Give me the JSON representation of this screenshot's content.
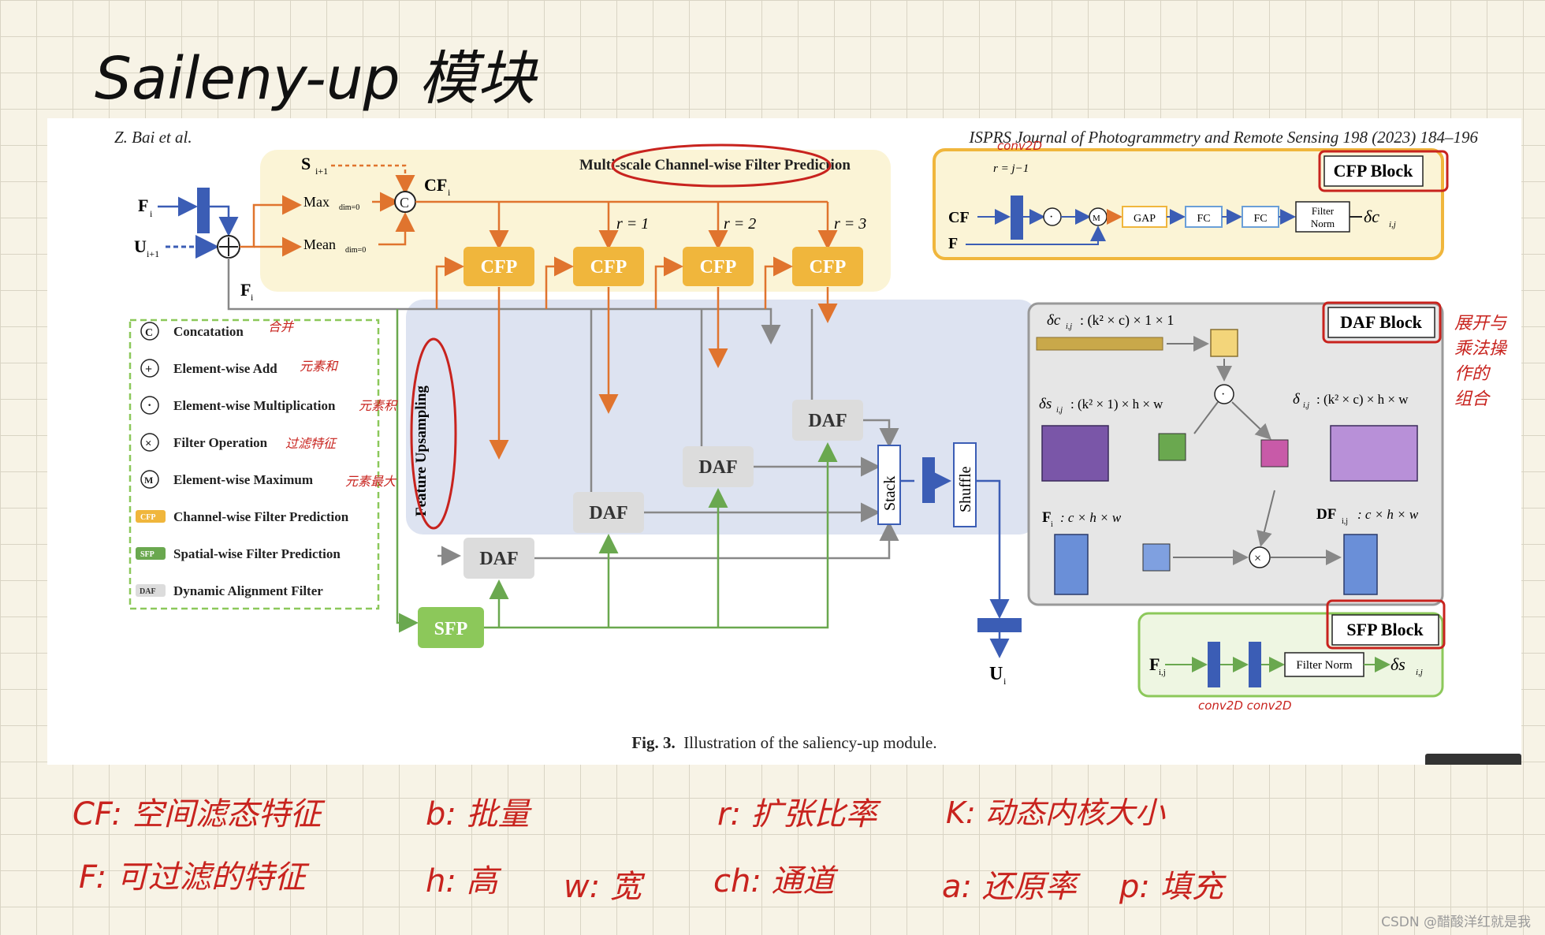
{
  "handwritten_title": "Saileny-up 模块",
  "paper": {
    "header_left": "Z. Bai et al.",
    "header_right": "ISPRS Journal of Photogrammetry and Remote Sensing 198 (2023) 184–196",
    "caption_prefix": "Fig. 3.",
    "caption_text": "Illustration of the saliency-up module."
  },
  "diagram": {
    "inputs": {
      "F_i": "F",
      "F_sub": "i",
      "U": "U",
      "U_sub": "i+1",
      "S": "S",
      "S_sub": "i+1",
      "CF": "CF",
      "CF_sub": "i",
      "F_tilde": "F",
      "F_tilde_sub": "i"
    },
    "ops": {
      "max": "Max",
      "max_sub": "dim=0",
      "mean": "Mean",
      "mean_sub": "dim=0"
    },
    "top_region_label": "Multi-scale Channel-wise Filter Prediction",
    "r_labels": [
      "r = 1",
      "r = 2",
      "r = 3"
    ],
    "cfp_label": "CFP",
    "daf_label": "DAF",
    "sfp_label": "SFP",
    "feature_upsampling": "Feature Upsampling",
    "stack": "Stack",
    "shuffle": "Shuffle",
    "output": "U",
    "output_sub": "i",
    "legend": [
      {
        "icon": "C",
        "label": "Concatation",
        "note": "合并"
      },
      {
        "icon": "+",
        "label": "Element-wise Add",
        "note": "元素和"
      },
      {
        "icon": "·",
        "label": "Element-wise Multiplication",
        "note": "元素积"
      },
      {
        "icon": "×",
        "label": "Filter Operation",
        "note": "过滤特征"
      },
      {
        "icon": "M",
        "label": "Element-wise Maximum",
        "note": "元素最大"
      },
      {
        "icon": "CFP",
        "label": "Channel-wise Filter Prediction",
        "note": ""
      },
      {
        "icon": "SFP",
        "label": "Spatial-wise Filter Prediction",
        "note": ""
      },
      {
        "icon": "DAF",
        "label": "Dynamic Alignment Filter",
        "note": ""
      }
    ],
    "cfp_block": {
      "title": "CFP Block",
      "r": "r = j−1",
      "in1": "CF",
      "in2": "F",
      "gap": "GAP",
      "fc1": "FC",
      "fc2": "FC",
      "norm1": "Filter",
      "norm2": "Norm",
      "out": "δc",
      "out_sub": "i,j",
      "note": "conv2D"
    },
    "daf_block": {
      "title": "DAF Block",
      "dc": "δc",
      "dc_dim": ": (k² × c) × 1 × 1",
      "ds": "δs",
      "ds_dim": ": (k² × 1) × h × w",
      "d": "δ",
      "d_dim": ": (k² × c) × h × w",
      "f": "F",
      "f_dim": ": c × h × w",
      "df": "DF",
      "df_dim": ": c × h × w",
      "sub_ij": "i,j",
      "sub_i": "i"
    },
    "sfp_block": {
      "title": "SFP Block",
      "in": "F",
      "filter_norm": "Filter Norm",
      "out": "δs",
      "out_sub": "i,j",
      "note": "conv2D  conv2D"
    },
    "side_note": [
      "展开与",
      "乘法操",
      "作的",
      "组合"
    ]
  },
  "annotations": {
    "row1": [
      {
        "text": "CF: 空间滤态特征"
      },
      {
        "text": "b: 批量"
      },
      {
        "text": "r: 扩张比率"
      },
      {
        "text": "K: 动态内核大小"
      }
    ],
    "row2": [
      {
        "text": "F: 可过滤的特征"
      },
      {
        "text": "h: 高"
      },
      {
        "text": "w: 宽"
      },
      {
        "text": "ch: 通道"
      },
      {
        "text": "a: 还原率"
      },
      {
        "text": "p: 填充"
      }
    ]
  },
  "watermark": "CSDN @醋酸洋红就是我",
  "colors": {
    "ink_red": "#c8231e",
    "cfp_orange": "#f0b63c",
    "sfp_green": "#8cc85a",
    "daf_gray": "#dcdcdc",
    "blue": "#3b5db5",
    "arrow_orange": "#e0742e",
    "arrow_green": "#6aa84f",
    "top_bg": "#fbf4d6",
    "mid_bg": "#dde3f1"
  }
}
